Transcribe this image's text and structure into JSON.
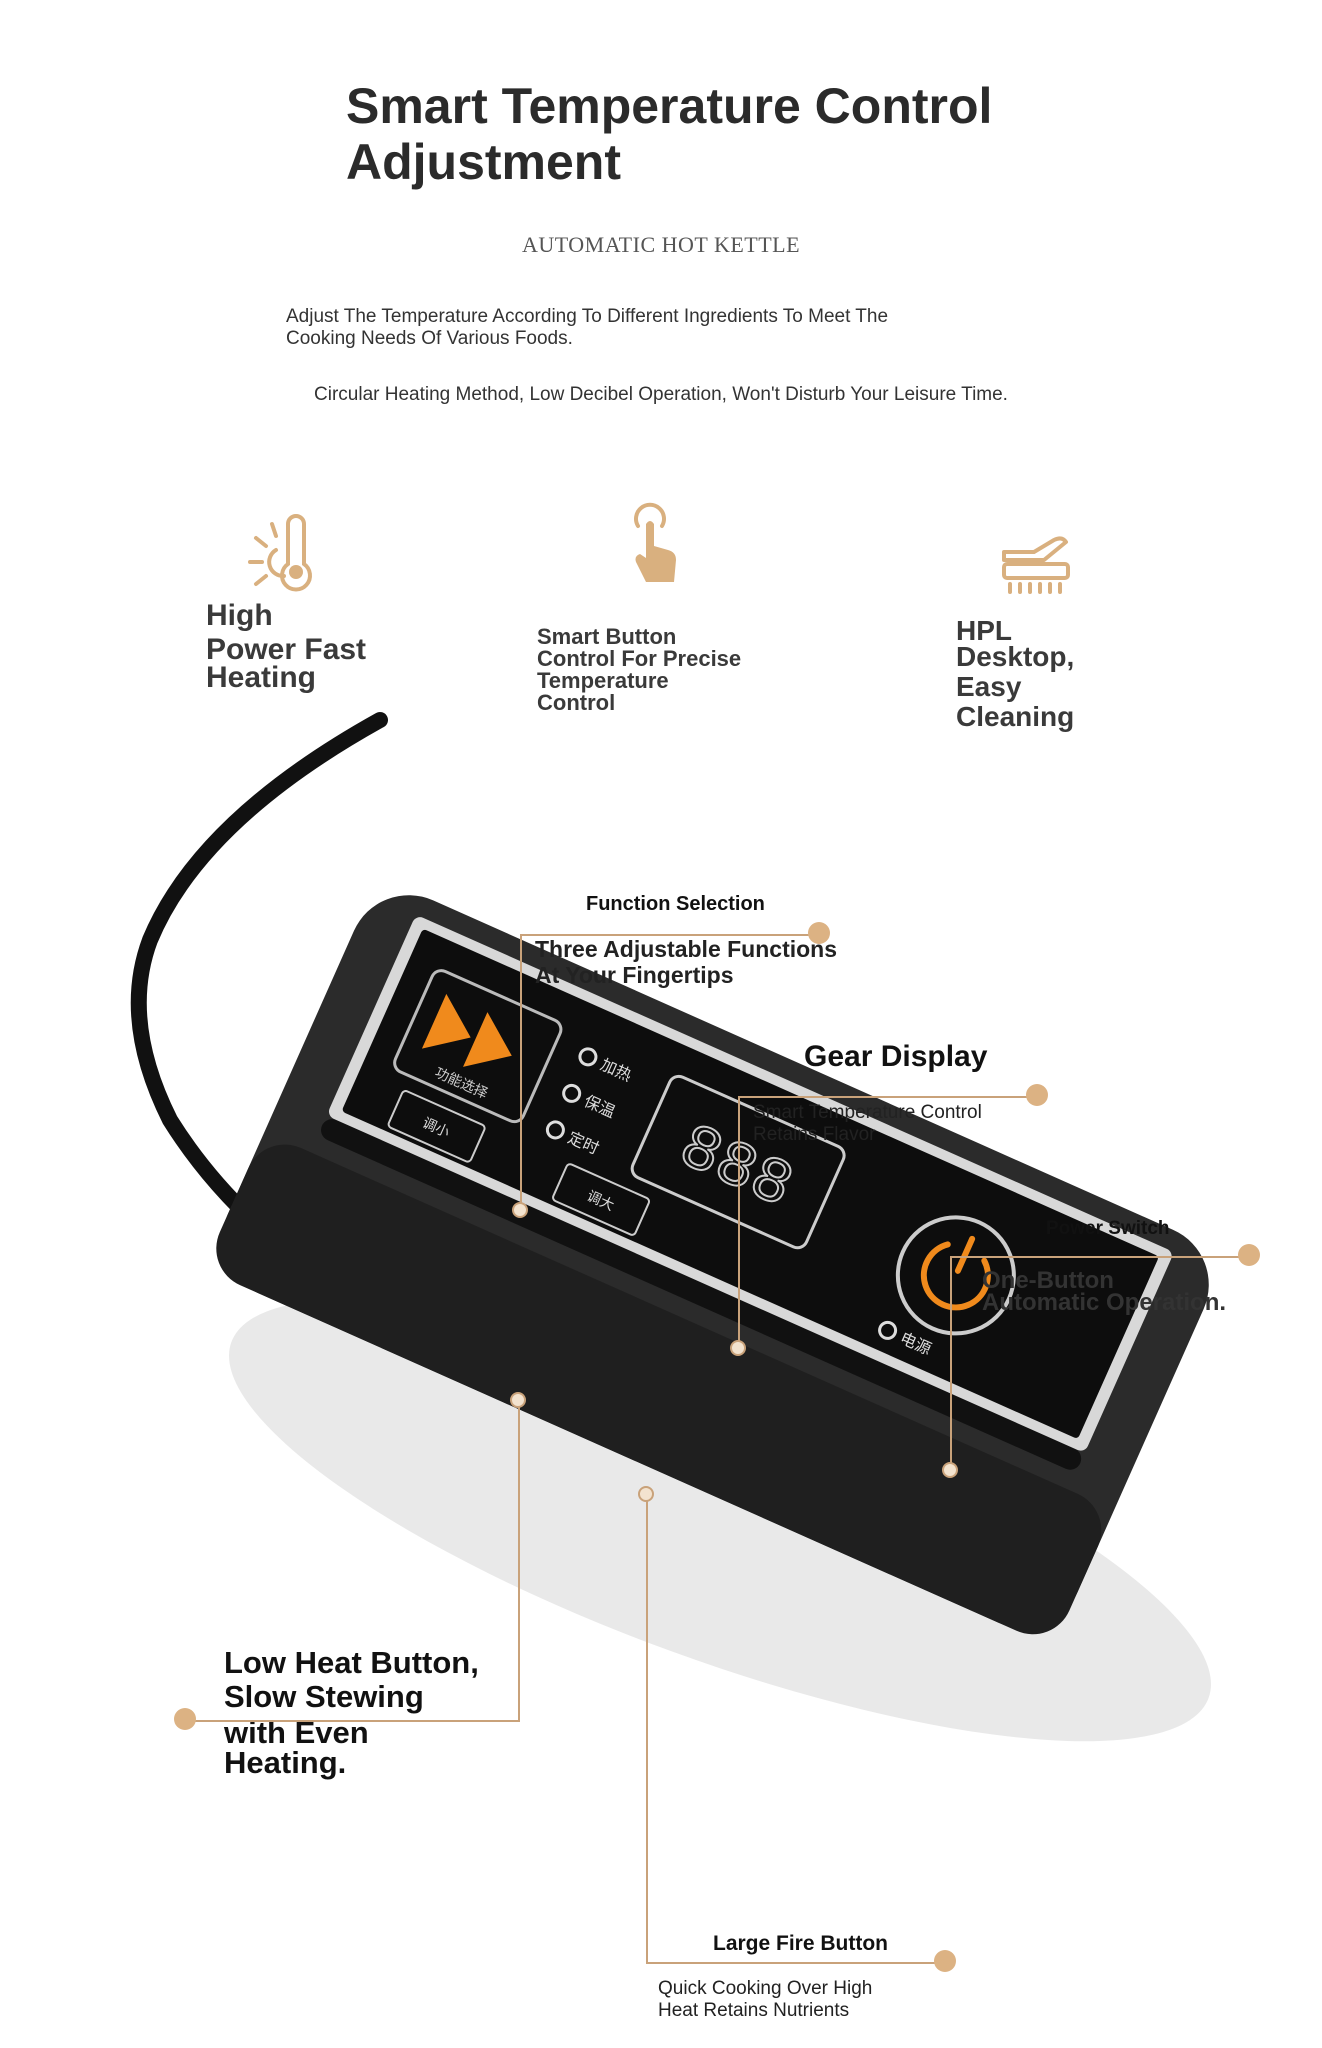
{
  "header": {
    "title_line1": "Smart Temperature Control",
    "title_line2": "Adjustment",
    "subtitle": "AUTOMATIC HOT KETTLE",
    "intro_line1": "Adjust The Temperature According To Different Ingredients To Meet The",
    "intro_line2": "Cooking Needs Of Various Foods.",
    "intro_line3": "Circular Heating Method, Low Decibel Operation, Won't Disturb Your Leisure Time."
  },
  "features": [
    {
      "icon": "sun-thermometer-icon",
      "lines": [
        "High",
        "Power Fast",
        "Heating"
      ]
    },
    {
      "icon": "hand-press-icon",
      "lines": [
        "Smart Button",
        "Control For Precise",
        "Temperature",
        "Control"
      ]
    },
    {
      "icon": "hand-brush-icon",
      "lines": [
        "HPL",
        "Desktop,",
        "Easy",
        "Cleaning"
      ]
    }
  ],
  "callouts": {
    "function_selection": {
      "head": "Function Selection",
      "body1": "Three Adjustable Functions",
      "body2": "At Your Fingertips"
    },
    "gear_display": {
      "head": "Gear Display",
      "body1": "Smart Temperature Control",
      "body2": "Retains Flavor"
    },
    "power_switch": {
      "head": "Power Switch",
      "body1": "One-Button",
      "body2": "Automatic Operation."
    },
    "low_heat": {
      "line1": "Low Heat Button,",
      "line2": "Slow Stewing",
      "line3": "with Even",
      "line4": "Heating."
    },
    "large_fire": {
      "head": "Large Fire Button",
      "body1": "Quick Cooking Over High",
      "body2": "Heat Retains Nutrients"
    }
  },
  "panel": {
    "display_digits": "888",
    "label_heat": "加热",
    "label_keep": "保温",
    "label_timer": "定时",
    "label_down": "调小",
    "label_up": "调大",
    "label_power": "电源",
    "label_function": "功能选择"
  },
  "colors": {
    "accent": "#dcb283",
    "leader": "#c9a27a",
    "orange": "#f08a1c",
    "device": "#2c2c2c"
  }
}
